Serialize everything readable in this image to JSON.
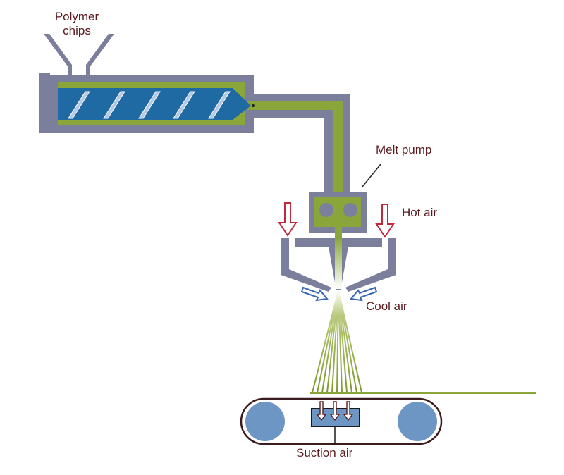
{
  "labels": {
    "polymer_line1": "Polymer",
    "polymer_line2": "chips",
    "melt_pump": "Melt pump",
    "hot_air": "Hot air",
    "cool_air": "Cool air",
    "suction_air": "Suction air"
  },
  "colors": {
    "polymer_green": "#8aa63a",
    "machine_grey": "#7b7f9b",
    "screw_blue": "#1f6aa3",
    "flight_light": "#b5c8e6",
    "hot_air_red": "#c0283c",
    "cool_air_blue": "#3a67b5",
    "label_text": "#5a1a1e",
    "roller_blue": "#6e96c4",
    "belt_outline": "#3a1c20"
  }
}
